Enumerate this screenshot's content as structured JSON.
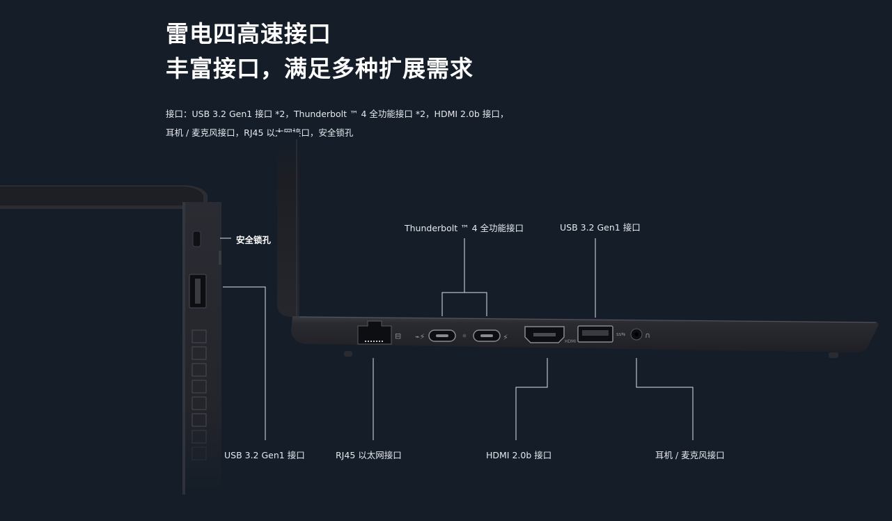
{
  "headline": {
    "line1": "雷电四高速接口",
    "line2": "丰富接口，满足多种扩展需求"
  },
  "spec": {
    "line1": "接口：USB 3.2 Gen1 接口 *2，Thunderbolt ™ 4 全功能接口 *2，HDMI 2.0b 接口，",
    "line2": "耳机 / 麦克风接口，RJ45 以太网接口，安全锁孔"
  },
  "labels": {
    "security_lock": "安全锁孔",
    "usb_left": "USB 3.2 Gen1 接口",
    "rj45": "RJ45 以太网接口",
    "thunderbolt": "Thunderbolt ™ 4 全功能接口",
    "usb_right": "USB 3.2 Gen1 接口",
    "hdmi": "HDMI 2.0b 接口",
    "audio": "耳机 / 麦克风接口"
  },
  "port_marks": {
    "hdmi_mark": "HDMI"
  },
  "colors": {
    "background": "#141d28",
    "laptop_body": "#26272d",
    "port_dark": "#0d0e12",
    "callout_line": "#dfe3e8"
  }
}
